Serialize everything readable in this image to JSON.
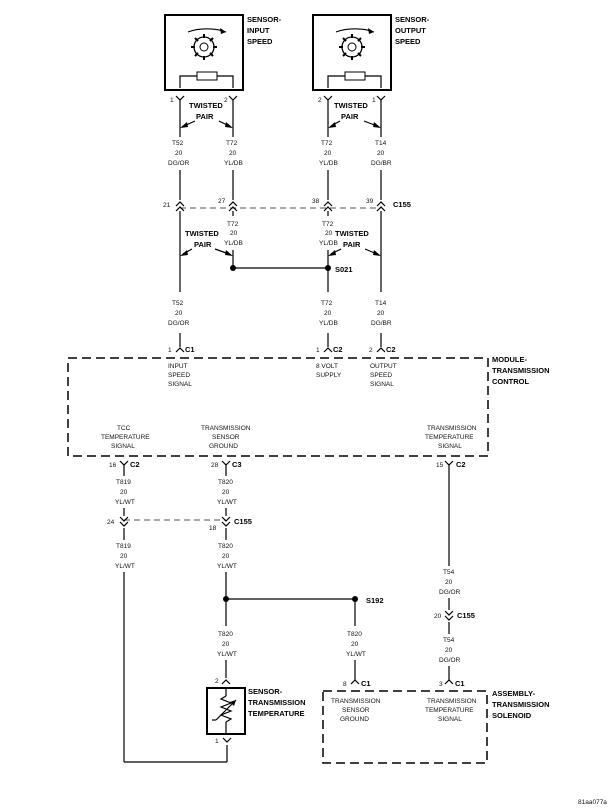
{
  "sensors": {
    "input": {
      "lines": [
        "SENSOR-",
        "INPUT",
        "SPEED"
      ],
      "pin_left": "1",
      "pin_right": "2"
    },
    "output": {
      "lines": [
        "SENSOR-",
        "OUTPUT",
        "SPEED"
      ],
      "pin_left": "2",
      "pin_right": "1"
    }
  },
  "twisted_pair": [
    "TWISTED",
    "PAIR"
  ],
  "wires": {
    "t52": [
      "T52",
      "20",
      "DG/OR"
    ],
    "t72": [
      "T72",
      "20",
      "YL/DB"
    ],
    "t14": [
      "T14",
      "20",
      "DG/BR"
    ],
    "t819": [
      "T819",
      "20",
      "YL/WT"
    ],
    "t820": [
      "T820",
      "20",
      "YL/WT"
    ],
    "t54": [
      "T54",
      "20",
      "DG/OR"
    ]
  },
  "c155_top": {
    "label": "C155",
    "pins": [
      "21",
      "27",
      "38",
      "39"
    ]
  },
  "splices": {
    "s021": "S021",
    "s192": "S192"
  },
  "module": {
    "title": [
      "MODULE-",
      "TRANSMISSION",
      "CONTROL"
    ],
    "connectors": {
      "c1": "C1",
      "c2": "C2",
      "c3": "C3"
    },
    "pins_top": [
      "1",
      "1",
      "2"
    ],
    "labels_top": {
      "input_speed": [
        "INPUT",
        "SPEED",
        "SIGNAL"
      ],
      "volt_supply": [
        "8 VOLT",
        "SUPPLY"
      ],
      "output_speed": [
        "OUTPUT",
        "SPEED",
        "SIGNAL"
      ]
    },
    "labels_bottom": {
      "tcc": [
        "TCC",
        "TEMPERATURE",
        "SIGNAL"
      ],
      "sensor_ground": [
        "TRANSMISSION",
        "SENSOR",
        "GROUND"
      ],
      "temp_signal": [
        "TRANSMISSION",
        "TEMPERATURE",
        "SIGNAL"
      ]
    },
    "pins_bottom": [
      "16",
      "28",
      "15"
    ]
  },
  "c155_mid": {
    "label": "C155",
    "pins": [
      "24",
      "18"
    ]
  },
  "c155_right": {
    "label": "C155",
    "pin": "20"
  },
  "temp_sensor": {
    "lines": [
      "SENSOR-",
      "TRANSMISSION",
      "TEMPERATURE"
    ],
    "pin_top": "2",
    "pin_bottom": "1"
  },
  "solenoid": {
    "title": [
      "ASSEMBLY-",
      "TRANSMISSION",
      "SOLENOID"
    ],
    "pins": [
      "8",
      "3"
    ],
    "connector": "C1",
    "labels": {
      "ground": [
        "TRANSMISSION",
        "SENSOR",
        "GROUND"
      ],
      "signal": [
        "TRANSMISSION",
        "TEMPERATURE",
        "SIGNAL"
      ]
    }
  },
  "figure_id": "81aa077a"
}
